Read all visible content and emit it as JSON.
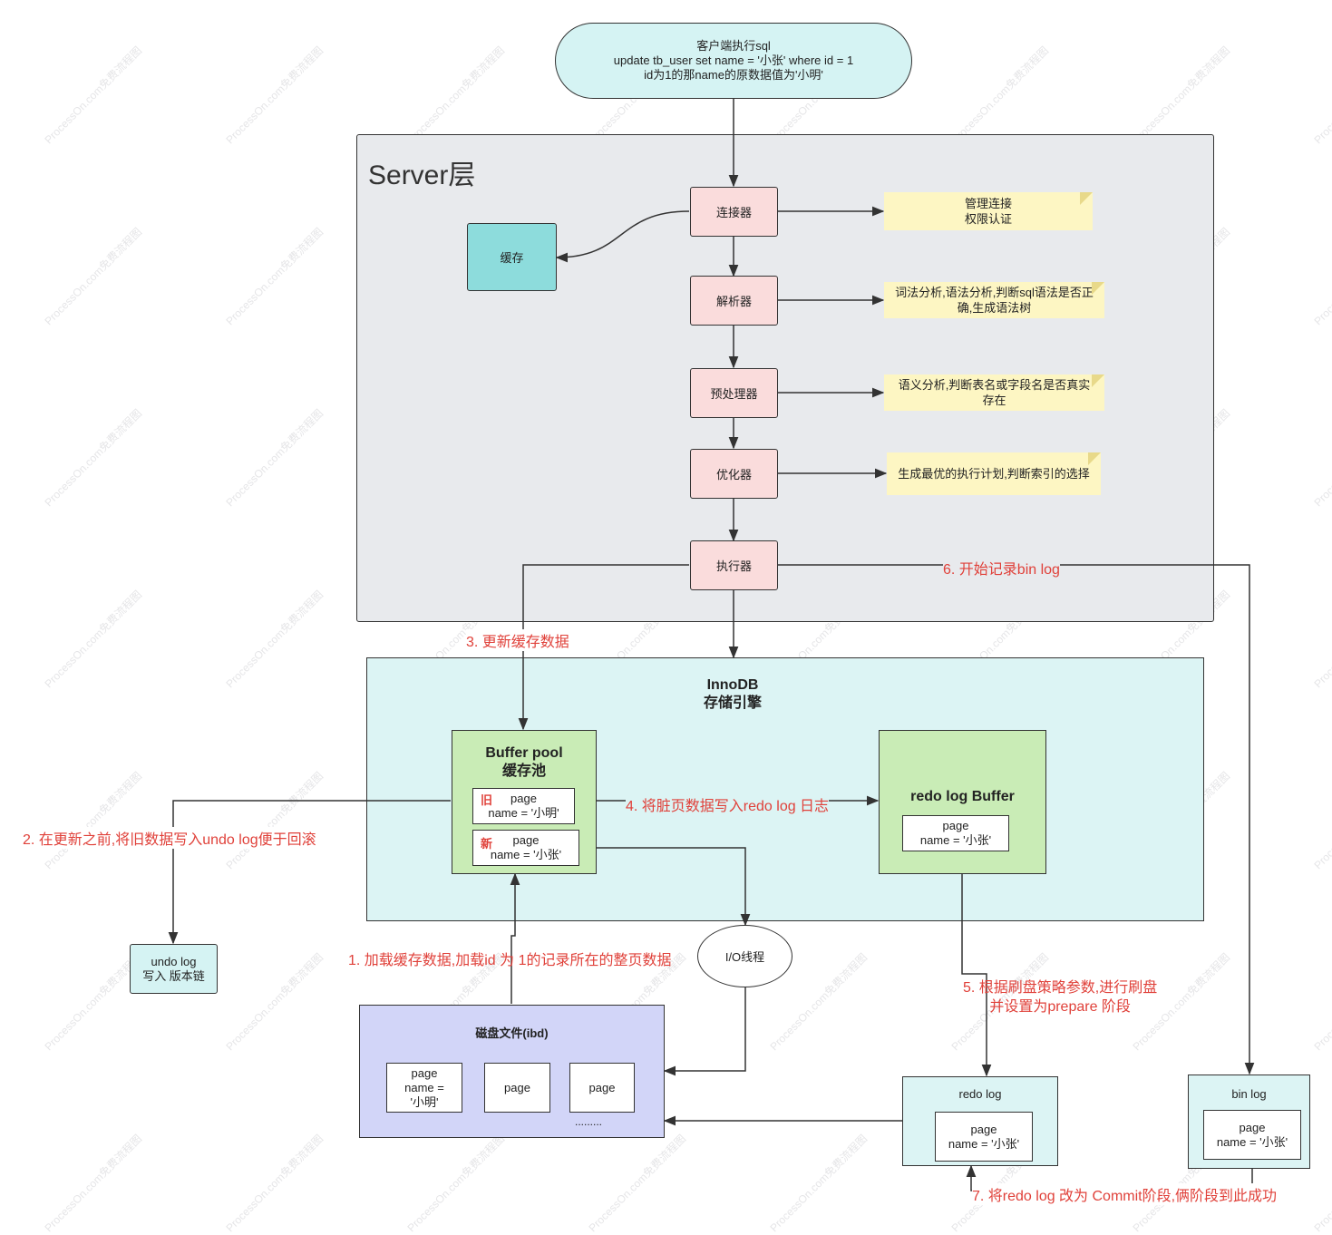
{
  "client": {
    "line1": "客户端执行sql",
    "line2": "update tb_user set name = '小张' where id = 1",
    "line3": "id为1的那name的原数据值为'小明'"
  },
  "server": {
    "title": "Server层",
    "cache": "缓存",
    "connector": "连接器",
    "parser": "解析器",
    "preprocessor": "预处理器",
    "optimizer": "优化器",
    "executor": "执行器",
    "notes": {
      "connector_l1": "管理连接",
      "connector_l2": "权限认证",
      "parser_l1": "词法分析,语法分析,判断sql语法是否正",
      "parser_l2": "确,生成语法树",
      "preprocessor_l1": "语义分析,判断表名或字段名是否真实",
      "preprocessor_l2": "存在",
      "optimizer": "生成最优的执行计划,判断索引的选择"
    }
  },
  "innodb": {
    "title_l1": "InnoDB",
    "title_l2": "存储引擎",
    "buffer_pool_l1": "Buffer pool",
    "buffer_pool_l2": "缓存池",
    "old_tag": "旧",
    "old_page_l1": "page",
    "old_page_l2": "name = '小明'",
    "new_tag": "新",
    "new_page_l1": "page",
    "new_page_l2": "name = '小张'",
    "redo_buffer_title": "redo log Buffer",
    "redo_buffer_page_l1": "page",
    "redo_buffer_page_l2": "name = '小张'"
  },
  "undo": {
    "l1": "undo log",
    "l2": "写入 版本链"
  },
  "io_thread": "I/O线程",
  "disk": {
    "title": "磁盘文件(ibd)",
    "page1_l1": "page",
    "page1_l2": "name =",
    "page1_l3": "'小明'",
    "page2": "page",
    "page3": "page",
    "ellipsis": "........."
  },
  "redo_log": {
    "title": "redo log",
    "page_l1": "page",
    "page_l2": "name = '小张'"
  },
  "bin_log": {
    "title": "bin log",
    "page_l1": "page",
    "page_l2": "name = '小张'"
  },
  "steps": {
    "s1": "1. 加载缓存数据,加载id 为 1的记录所在的整页数据",
    "s2": "2. 在更新之前,将旧数据写入undo log便于回滚",
    "s3": "3. 更新缓存数据",
    "s4": "4. 将脏页数据写入redo log 日志",
    "s5_l1": "5. 根据刷盘策略参数,进行刷盘",
    "s5_l2": "并设置为prepare 阶段",
    "s6": "6. 开始记录bin log",
    "s7": "7. 将redo log 改为 Commit阶段,俩阶段到此成功"
  },
  "watermark": "ProcessOn.com免费流程图",
  "colors": {
    "client_fill": "#d5f3f3",
    "server_fill": "#e8eaed",
    "cache_fill": "#8ddcdc",
    "innodb_fill": "#dcf4f4",
    "buffer_fill": "#c9ecb6",
    "disk_fill": "#d2d5f8",
    "log_fill": "#dcf4f4",
    "step_text": "#e0413a"
  }
}
